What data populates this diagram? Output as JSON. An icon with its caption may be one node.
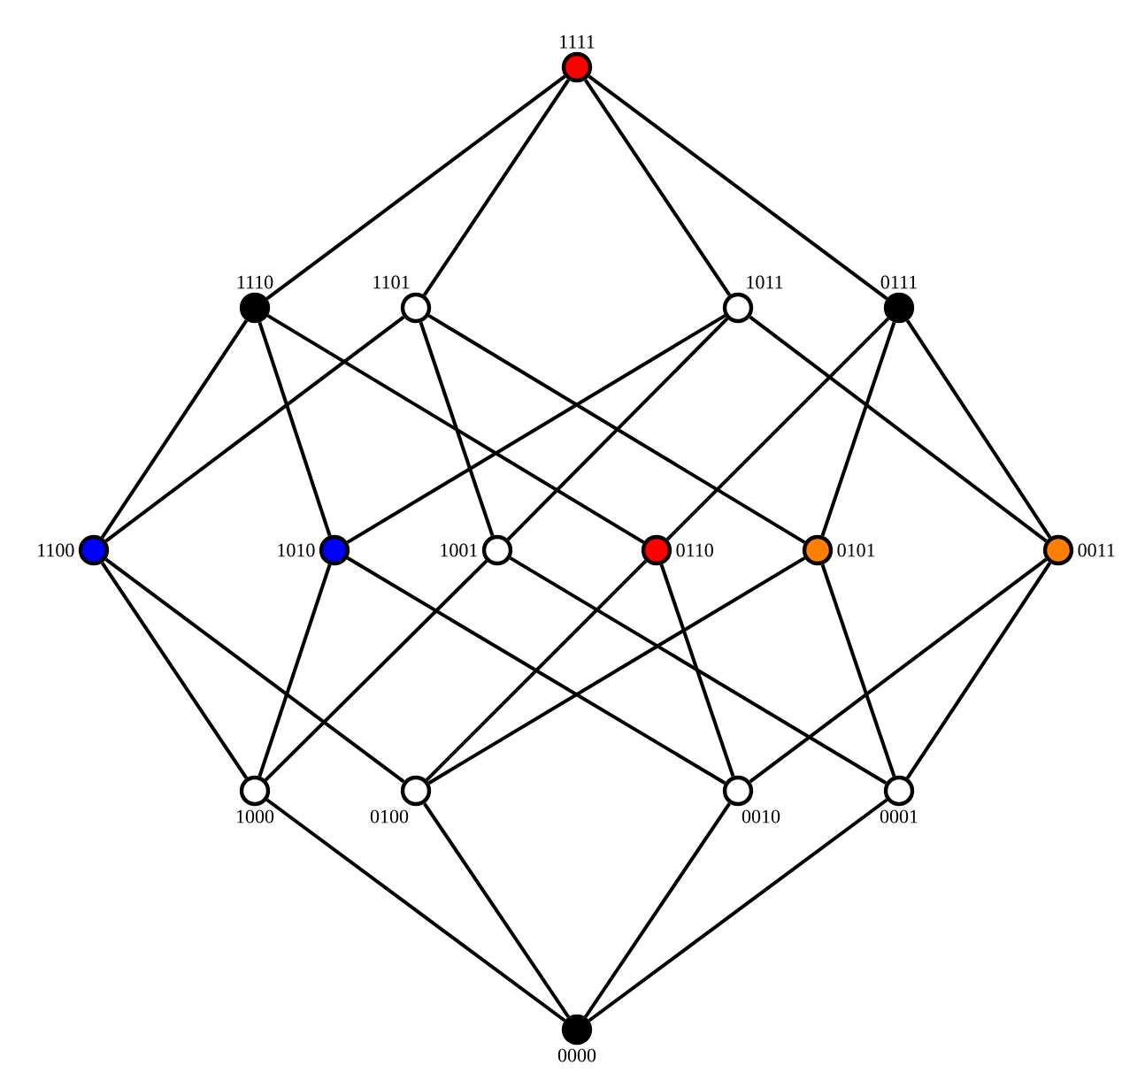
{
  "diagram": {
    "nodes": [
      {
        "text": [
          "1111"
        ]
      },
      {
        "text": [
          "1110"
        ]
      },
      {
        "text": [
          "1101"
        ]
      },
      {
        "text": [
          "1011"
        ]
      },
      {
        "text": [
          "0111"
        ]
      },
      {
        "text": [
          "1100"
        ]
      },
      {
        "text": [
          "1010"
        ]
      },
      {
        "text": [
          "1001"
        ]
      },
      {
        "text": [
          "0110"
        ]
      },
      {
        "text": [
          "0101"
        ]
      },
      {
        "text": [
          "0011"
        ]
      },
      {
        "text": [
          "1000"
        ]
      },
      {
        "text": [
          "0100"
        ]
      },
      {
        "text": [
          "0010"
        ]
      },
      {
        "text": [
          "0001"
        ]
      },
      {
        "text": [
          "0000"
        ]
      }
    ],
    "edges": [
      {
        "from": 0,
        "to": 1,
        "arrow": "none"
      },
      {
        "from": 0,
        "to": 2,
        "arrow": "none"
      },
      {
        "from": 0,
        "to": 3,
        "arrow": "none"
      },
      {
        "from": 0,
        "to": 4,
        "arrow": "none"
      },
      {
        "from": 1,
        "to": 5,
        "arrow": "none"
      },
      {
        "from": 1,
        "to": 6,
        "arrow": "none"
      },
      {
        "from": 1,
        "to": 8,
        "arrow": "none"
      },
      {
        "from": 2,
        "to": 5,
        "arrow": "none"
      },
      {
        "from": 2,
        "to": 7,
        "arrow": "none"
      },
      {
        "from": 2,
        "to": 9,
        "arrow": "none"
      },
      {
        "from": 3,
        "to": 6,
        "arrow": "none"
      },
      {
        "from": 3,
        "to": 7,
        "arrow": "none"
      },
      {
        "from": 3,
        "to": 10,
        "arrow": "none"
      },
      {
        "from": 4,
        "to": 8,
        "arrow": "none"
      },
      {
        "from": 4,
        "to": 9,
        "arrow": "none"
      },
      {
        "from": 4,
        "to": 10,
        "arrow": "none"
      },
      {
        "from": 5,
        "to": 11,
        "arrow": "none"
      },
      {
        "from": 5,
        "to": 12,
        "arrow": "none"
      },
      {
        "from": 6,
        "to": 11,
        "arrow": "none"
      },
      {
        "from": 6,
        "to": 13,
        "arrow": "none"
      },
      {
        "from": 7,
        "to": 11,
        "arrow": "none"
      },
      {
        "from": 7,
        "to": 14,
        "arrow": "none"
      },
      {
        "from": 8,
        "to": 12,
        "arrow": "none"
      },
      {
        "from": 8,
        "to": 13,
        "arrow": "none"
      },
      {
        "from": 9,
        "to": 12,
        "arrow": "none"
      },
      {
        "from": 9,
        "to": 14,
        "arrow": "none"
      },
      {
        "from": 10,
        "to": 13,
        "arrow": "none"
      },
      {
        "from": 10,
        "to": 14,
        "arrow": "none"
      },
      {
        "from": 11,
        "to": 15,
        "arrow": "none"
      },
      {
        "from": 12,
        "to": 15,
        "arrow": "none"
      },
      {
        "from": 13,
        "to": 15,
        "arrow": "none"
      },
      {
        "from": 14,
        "to": 15,
        "arrow": "none"
      }
    ]
  }
}
